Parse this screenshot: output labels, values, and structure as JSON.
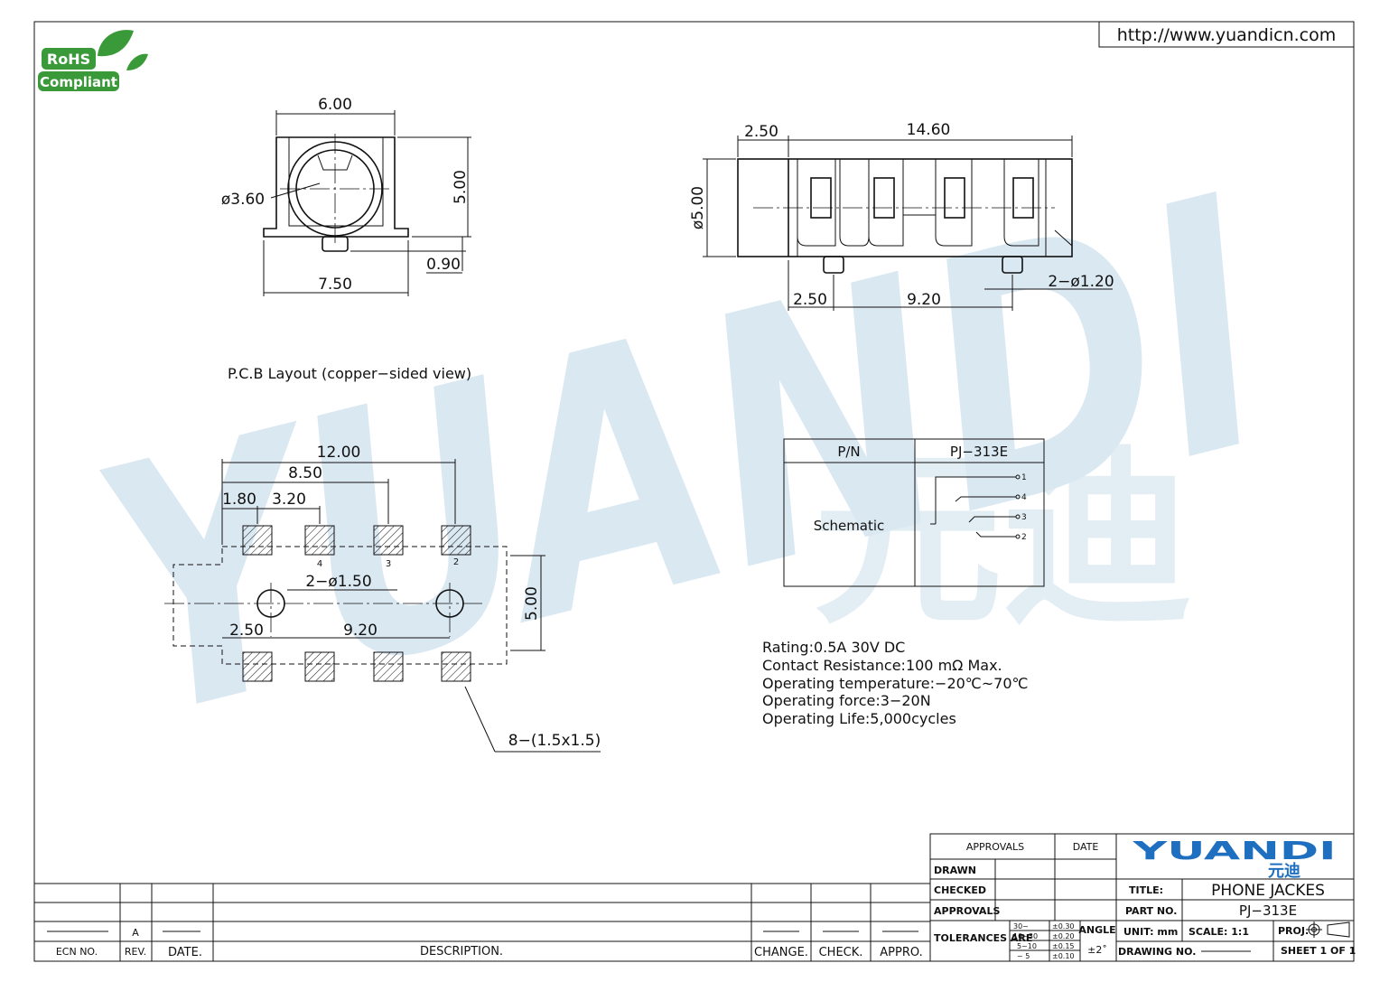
{
  "header": {
    "url": "http://www.yuandicn.com"
  },
  "badge": {
    "line1": "RoHS",
    "line2": "Compliant",
    "color": "#3a9a3a"
  },
  "watermark": {
    "text": "YUANDI",
    "chinese": "元迪",
    "color": "#cfe0ee"
  },
  "front_view": {
    "dim_width": "6.00",
    "dim_diameter": "ø3.60",
    "dim_height": "5.00",
    "dim_pin": "0.90",
    "dim_base": "7.50"
  },
  "side_view": {
    "dim_offset": "2.50",
    "dim_length": "14.60",
    "dim_diameter": "ø5.00",
    "dim_pin_offset": "2.50",
    "dim_pin_pitch": "9.20",
    "dim_pins": "2−ø1.20"
  },
  "pcb": {
    "title": "P.C.B Layout (copper−sided view)",
    "dim_total": "12.00",
    "dim_850": "8.50",
    "dim_180": "1.80",
    "dim_320": "3.20",
    "dim_holes": "2−ø1.50",
    "dim_250": "2.50",
    "dim_920": "9.20",
    "dim_height": "5.00",
    "pad_note": "8−(1.5x1.5)",
    "pad_labels": [
      "4",
      "3",
      "2"
    ]
  },
  "pn_table": {
    "col1": "P/N",
    "col2": "PJ−313E",
    "row_label": "Schematic",
    "pins": [
      "1",
      "4",
      "3",
      "2"
    ]
  },
  "specs": [
    "Rating:0.5A 30V DC",
    "Contact Resistance:100 mΩ Max.",
    "Operating temperature:−20℃~70℃",
    "Operating force:3−20N",
    "Operating Life:5,000cycles"
  ],
  "title_block": {
    "approvals_hdr": "APPROVALS",
    "date_hdr": "DATE",
    "drawn": "DRAWN",
    "checked": "CHECKED",
    "approvals": "APPROVALS",
    "tolerances": "TOLERANCES ARE",
    "tol_ranges": [
      "30~",
      "10~30",
      "5~10",
      "~ 5"
    ],
    "tol_values": [
      "±0.30",
      "±0.20",
      "±0.15",
      "±0.10"
    ],
    "angle": "ANGLE",
    "angle_val": "±2˚",
    "logo": "YUANDI",
    "logo_cn": "元迪",
    "title_lbl": "TITLE:",
    "title_val": "PHONE JACKES",
    "part_lbl": "PART NO.",
    "part_val": "PJ−313E",
    "unit": "UNIT: mm",
    "scale": "SCALE:  1:1",
    "proj": "PROJ.",
    "drawing_no": "DRAWING NO.",
    "sheet": "SHEET  1 OF 1"
  },
  "revision_block": {
    "rev_value": "A",
    "ecn": "ECN NO.",
    "rev": "REV.",
    "date": "DATE.",
    "description": "DESCRIPTION.",
    "change": "CHANGE.",
    "check": "CHECK.",
    "appro": "APPRO."
  }
}
